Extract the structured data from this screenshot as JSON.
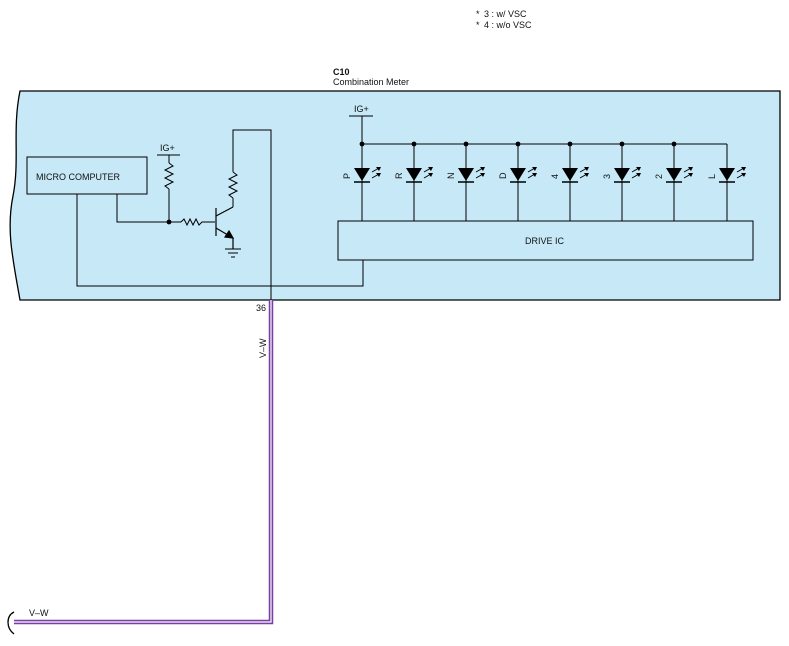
{
  "notes": [
    {
      "marker": "*",
      "text": "3 : w/ VSC"
    },
    {
      "marker": "*",
      "text": "4 : w/o VSC"
    }
  ],
  "component": {
    "code": "C10",
    "name": "Combination Meter"
  },
  "blocks": {
    "micro_computer": "MICRO COMPUTER",
    "drive_ic": "DRIVE IC"
  },
  "power": {
    "ig_left": "IG+",
    "ig_right": "IG+"
  },
  "indicators": [
    "P",
    "R",
    "N",
    "D",
    "4",
    "3",
    "2",
    "L"
  ],
  "connector": {
    "pin": "36",
    "wire_color_vertical": "V–W",
    "wire_color_horizontal": "V–W"
  },
  "colors": {
    "meter_fill": "#c7e8f7",
    "wire_violet": "#7a3fa6",
    "line": "#000000"
  }
}
